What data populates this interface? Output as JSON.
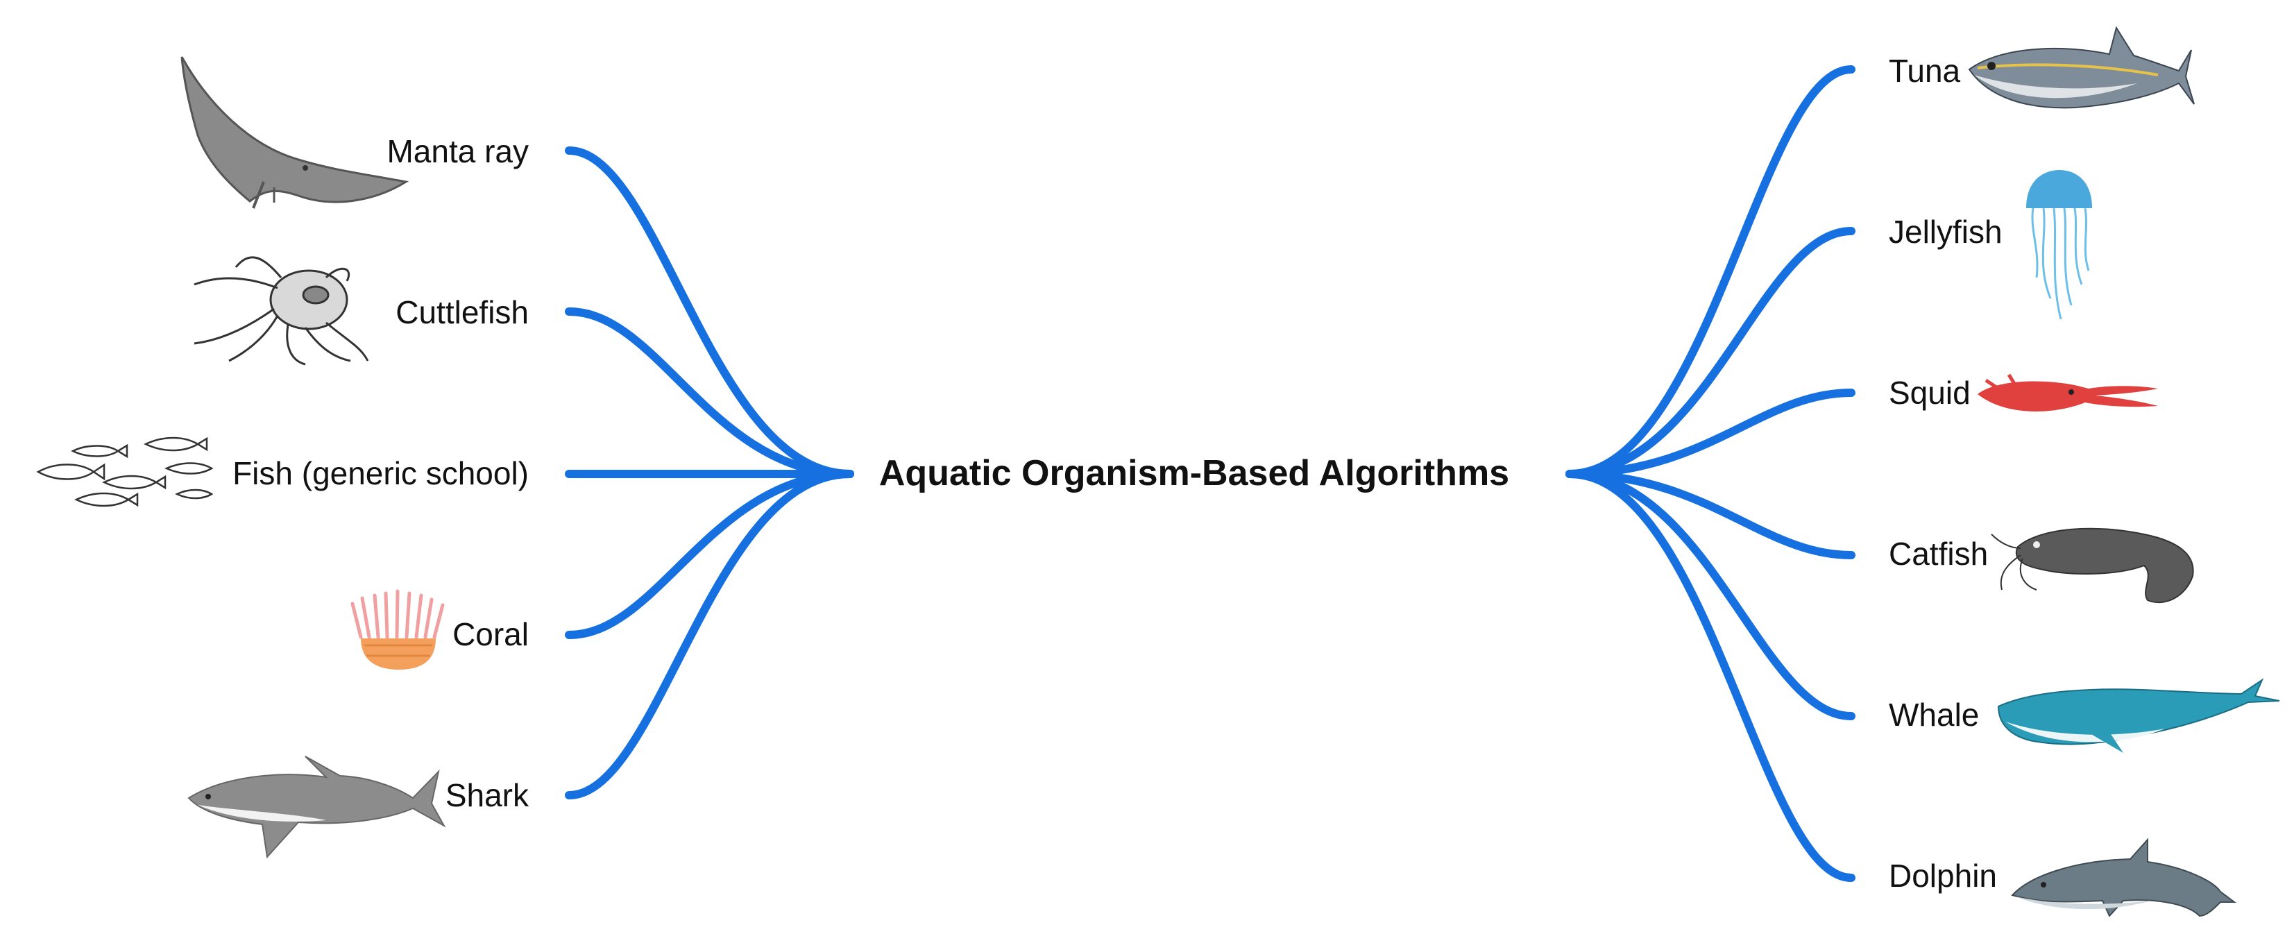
{
  "center": {
    "title": "Aquatic Organism-Based Algorithms"
  },
  "colors": {
    "edge": "#1670e0",
    "text": "#111111"
  },
  "left_nodes": [
    {
      "label": "Manta ray",
      "icon": "manta-ray-icon"
    },
    {
      "label": "Cuttlefish",
      "icon": "cuttlefish-icon"
    },
    {
      "label": "Fish (generic school)",
      "icon": "fish-school-icon"
    },
    {
      "label": "Coral",
      "icon": "coral-icon"
    },
    {
      "label": "Shark",
      "icon": "shark-icon"
    }
  ],
  "right_nodes": [
    {
      "label": "Tuna",
      "icon": "tuna-icon"
    },
    {
      "label": "Jellyfish",
      "icon": "jellyfish-icon"
    },
    {
      "label": "Squid",
      "icon": "squid-icon"
    },
    {
      "label": "Catfish",
      "icon": "catfish-icon"
    },
    {
      "label": "Whale",
      "icon": "whale-icon"
    },
    {
      "label": "Dolphin",
      "icon": "dolphin-icon"
    }
  ]
}
